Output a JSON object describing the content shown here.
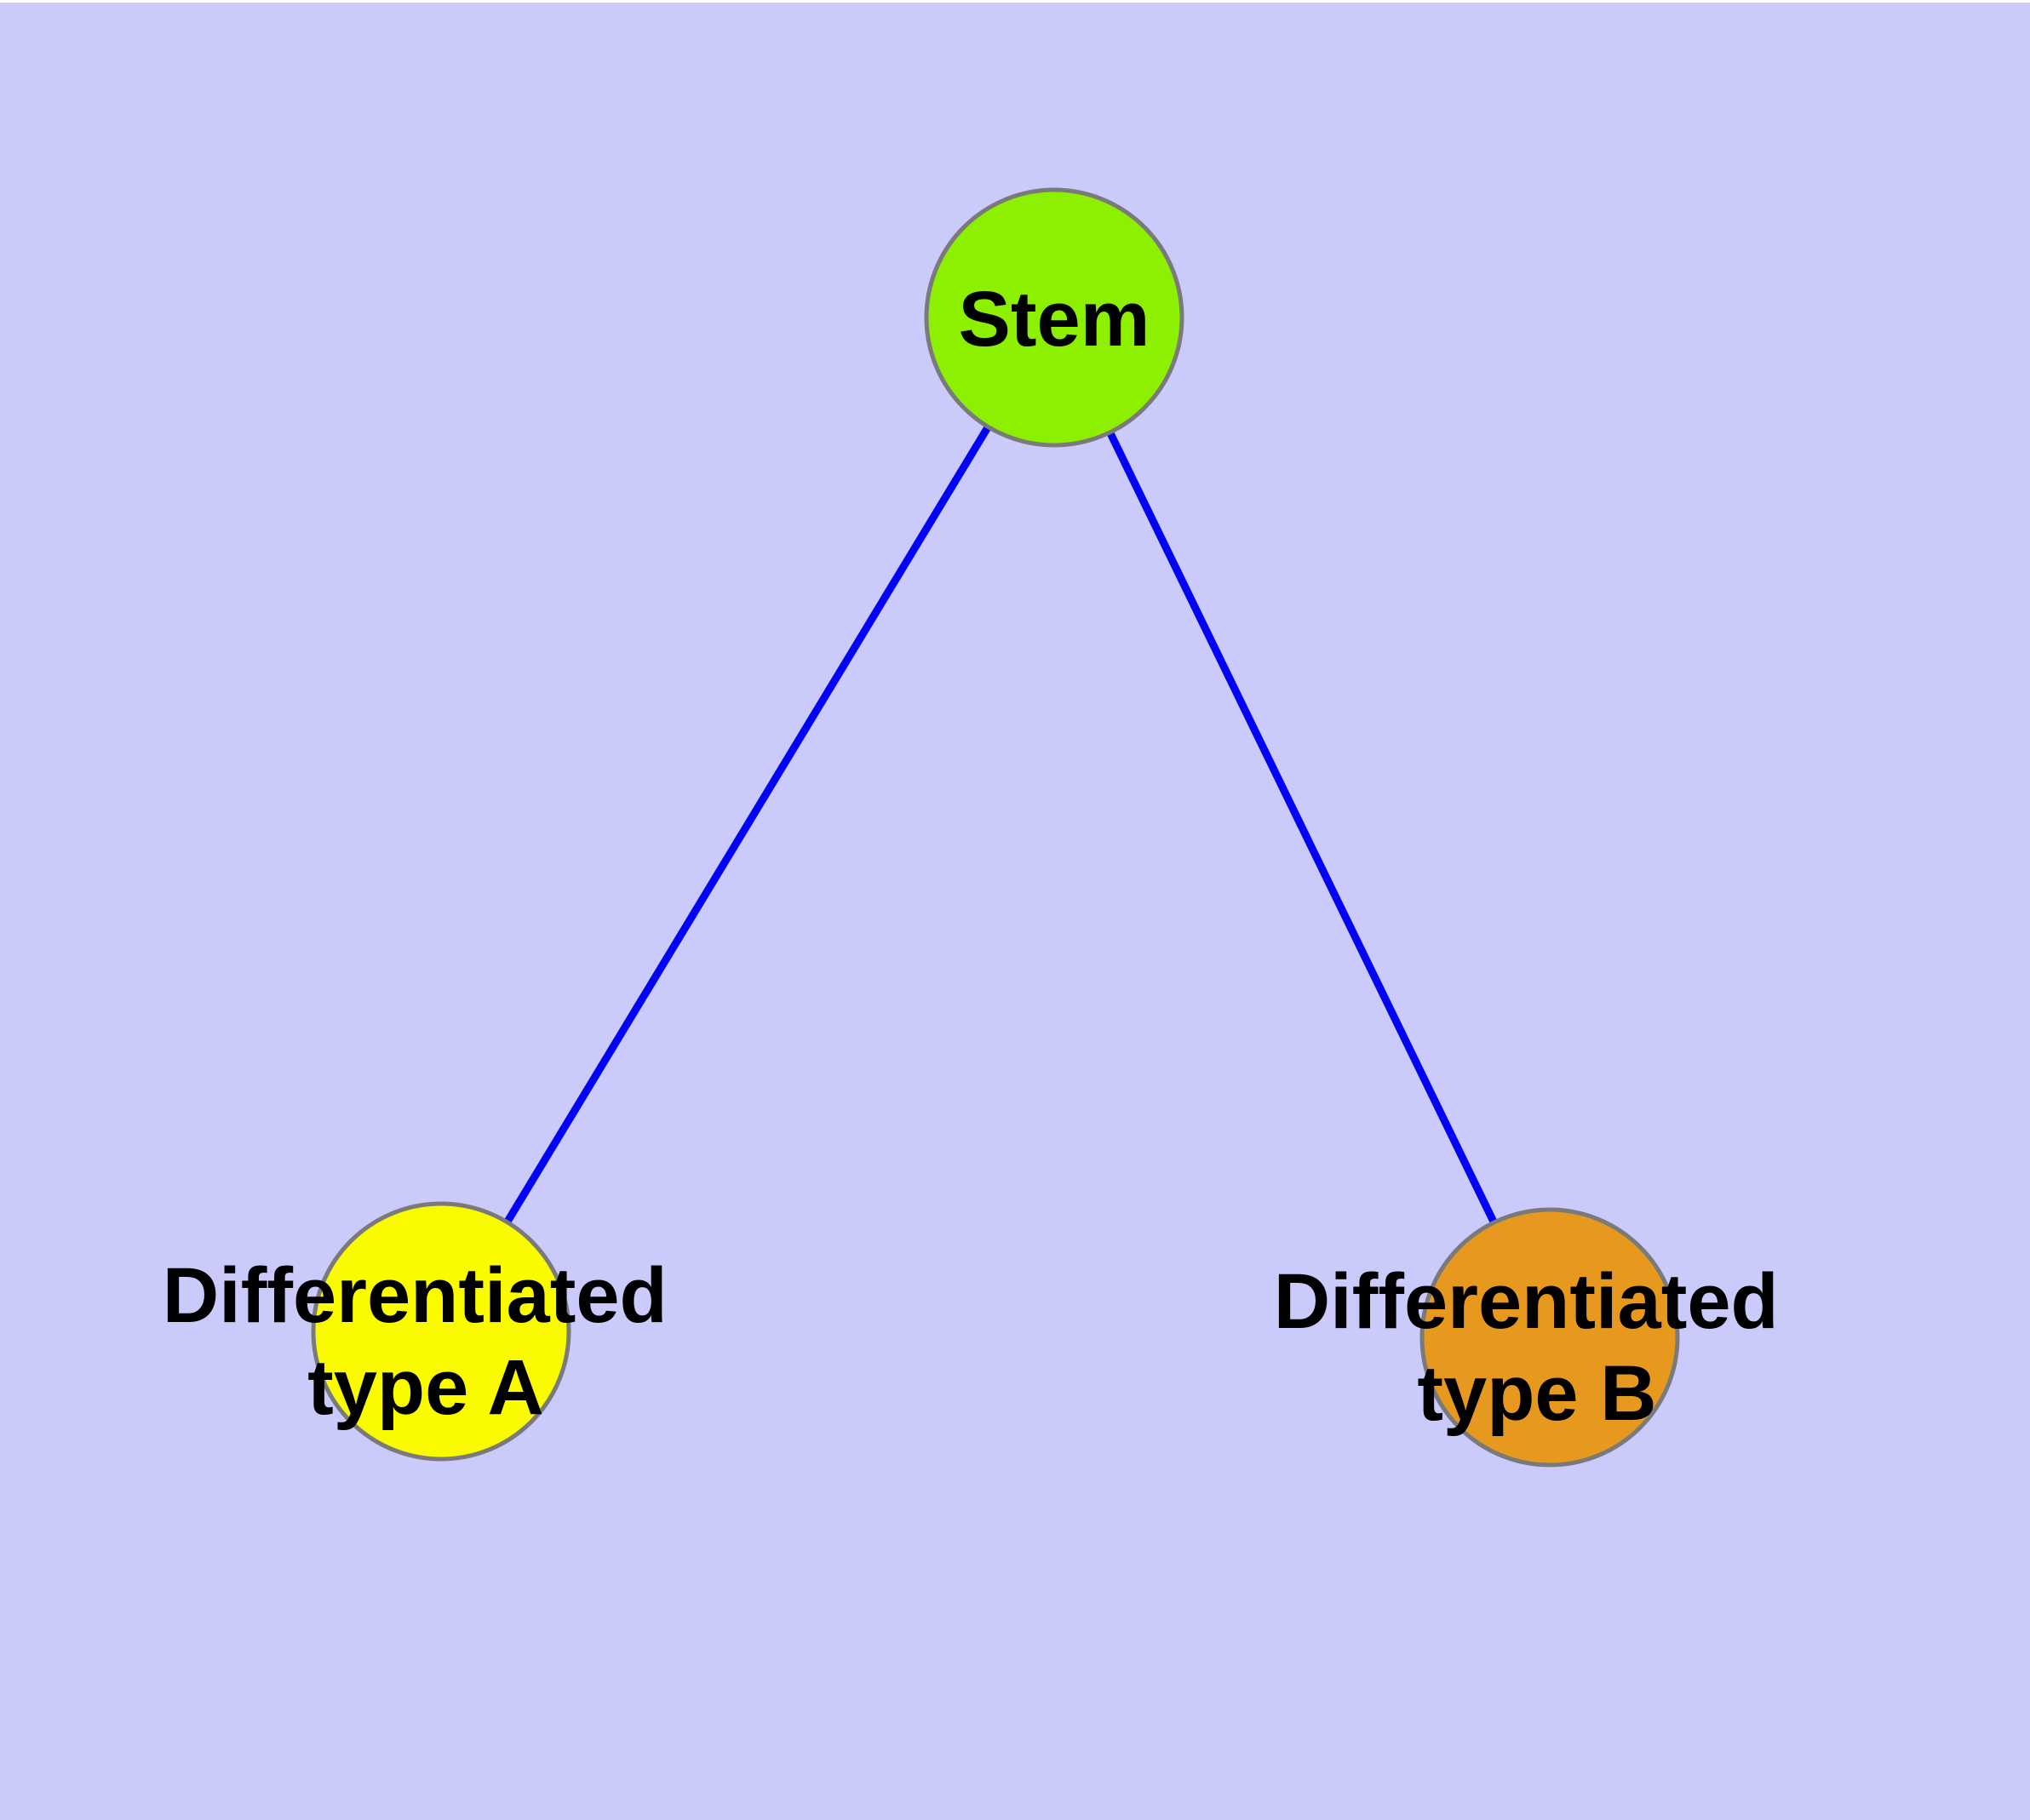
{
  "diagram": {
    "type": "graph",
    "background_color": "#CACBFA",
    "top_margin_color": "#FFFFFF",
    "node_border_color": "#7A7A7A",
    "edge_color": "#0202F6",
    "label_color": "#000000",
    "nodes": [
      {
        "id": "stem",
        "label": "Stem",
        "label_lines": [
          "Stem"
        ],
        "fill": "#8DF000"
      },
      {
        "id": "differentiated-type-a",
        "label": "Differentiated type A",
        "label_lines": [
          "Differentiated",
          "type A"
        ],
        "fill": "#FBFB00"
      },
      {
        "id": "differentiated-type-b",
        "label": "Differentiated type B",
        "label_lines": [
          "Differentiated",
          "type B"
        ],
        "fill": "#E6991E"
      }
    ],
    "edges": [
      {
        "from": "stem",
        "to": "differentiated-type-a"
      },
      {
        "from": "stem",
        "to": "differentiated-type-b"
      }
    ]
  }
}
